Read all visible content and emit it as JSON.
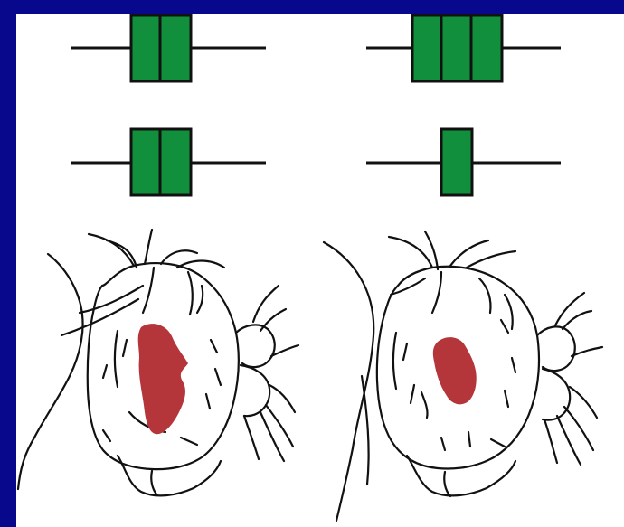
{
  "colors": {
    "frame": "#08088c",
    "panel": "#ffffff",
    "segment": "#128f3c",
    "eye_patch": "#b4353a",
    "line": "#111111"
  },
  "diagram": {
    "gene_models": [
      {
        "position": "top-left",
        "segments": 2
      },
      {
        "position": "top-right",
        "segments": 3
      },
      {
        "position": "middle-left",
        "segments": 2
      },
      {
        "position": "middle-right",
        "segments": 1
      }
    ],
    "heads": [
      {
        "position": "bottom-left",
        "eye_size": "large"
      },
      {
        "position": "bottom-right",
        "eye_size": "small"
      }
    ]
  }
}
